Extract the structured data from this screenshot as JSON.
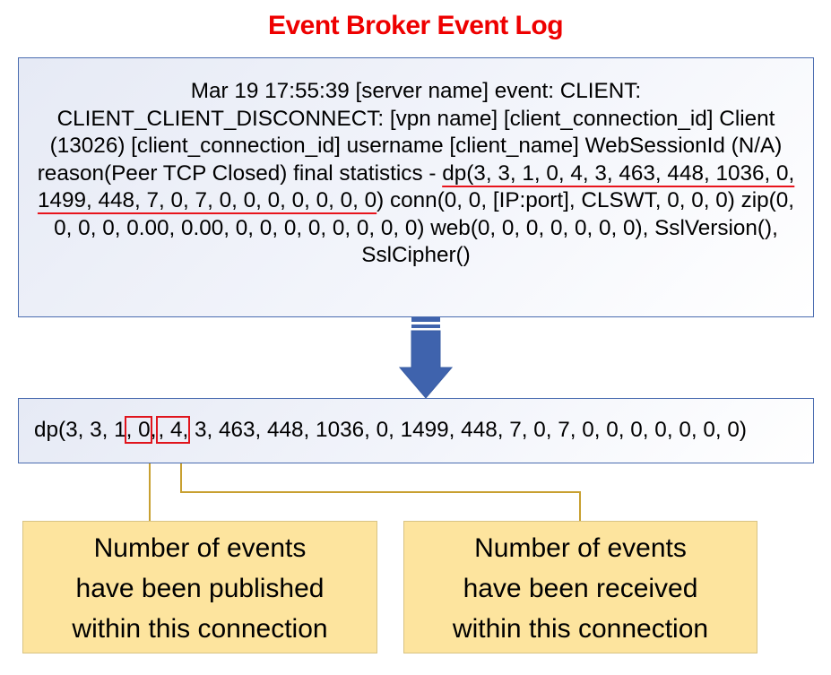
{
  "title": "Event Broker Event Log",
  "colors": {
    "title": "#ee0000",
    "box_border": "#4a6cb0",
    "arrow": "#3f63ad",
    "highlight": "#e0141c",
    "connector": "#c8a030",
    "note_fill": "#fde49e"
  },
  "log": {
    "prefix": "Mar 19 17:55:39 [server name] event: CLIENT: CLIENT_CLIENT_DISCONNECT: [vpn name] [client_connection_id] Client (13026) [client_connection_id] username [client_name] WebSessionId (N/A) reason(Peer TCP Closed) final statistics - ",
    "dp_underlined": "dp(3, 3, 1, 0, 4, 3, 463, 448, 1036, 0, 1499, 448, 7, 0, 7, 0, 0, 0, 0, 0, 0, 0",
    "suffix": ") conn(0, 0, [IP:port], CLSWT, 0, 0, 0) zip(0, 0, 0, 0, 0.00, 0.00, 0, 0, 0, 0, 0, 0, 0, 0) web(0, 0, 0, 0, 0, 0, 0), SslVersion(), SslCipher()"
  },
  "arrow_icon": "down-arrow-icon",
  "dp": {
    "part1": "dp(3, 3, 1",
    "published_highlight": ", 0",
    "received_highlight": ", 4,",
    "part2": " 3, 463, 448, 1036, 0, 1499, 448, 7, 0, 7, 0, 0, 0, 0, 0, 0, 0)"
  },
  "notes": {
    "published": [
      "Number of events",
      "have been published",
      "within this connection"
    ],
    "received": [
      "Number of events",
      "have been received",
      "within this connection"
    ]
  }
}
